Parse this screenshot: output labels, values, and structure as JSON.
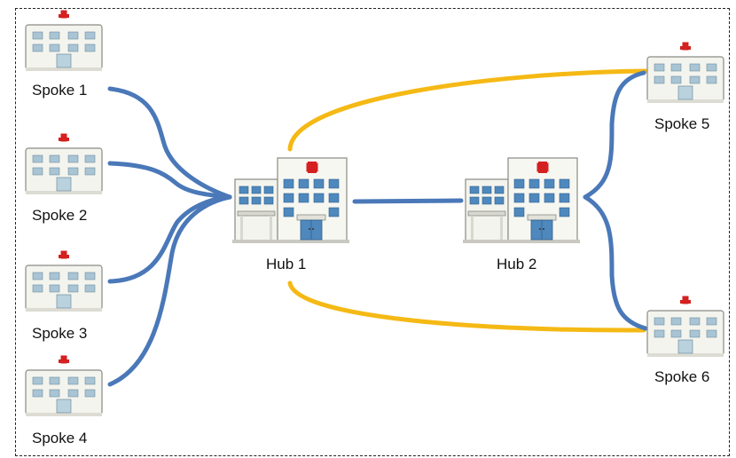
{
  "diagram": {
    "nodes": [
      {
        "id": "spoke1",
        "label": "Spoke 1",
        "kind": "spoke"
      },
      {
        "id": "spoke2",
        "label": "Spoke 2",
        "kind": "spoke"
      },
      {
        "id": "spoke3",
        "label": "Spoke 3",
        "kind": "spoke"
      },
      {
        "id": "spoke4",
        "label": "Spoke 4",
        "kind": "spoke"
      },
      {
        "id": "hub1",
        "label": "Hub 1",
        "kind": "hub"
      },
      {
        "id": "hub2",
        "label": "Hub 2",
        "kind": "hub"
      },
      {
        "id": "spoke5",
        "label": "Spoke 5",
        "kind": "spoke"
      },
      {
        "id": "spoke6",
        "label": "Spoke 6",
        "kind": "spoke"
      }
    ],
    "edges": [
      {
        "from": "spoke1",
        "to": "hub1",
        "color": "blue"
      },
      {
        "from": "spoke2",
        "to": "hub1",
        "color": "blue"
      },
      {
        "from": "spoke3",
        "to": "hub1",
        "color": "blue"
      },
      {
        "from": "spoke4",
        "to": "hub1",
        "color": "blue"
      },
      {
        "from": "hub1",
        "to": "hub2",
        "color": "blue"
      },
      {
        "from": "hub2",
        "to": "spoke5",
        "color": "blue"
      },
      {
        "from": "hub2",
        "to": "spoke6",
        "color": "blue"
      },
      {
        "from": "hub1",
        "to": "spoke5",
        "color": "gold"
      },
      {
        "from": "hub1",
        "to": "spoke6",
        "color": "gold"
      }
    ],
    "colors": {
      "blue": "#4a78b8",
      "gold": "#f5b915",
      "cross": "#d42020",
      "wall": "#f2f2ec",
      "window": "#a9c4d4",
      "outline": "#8a8a86"
    },
    "icons": {
      "hospital": "hospital-building-icon"
    }
  }
}
